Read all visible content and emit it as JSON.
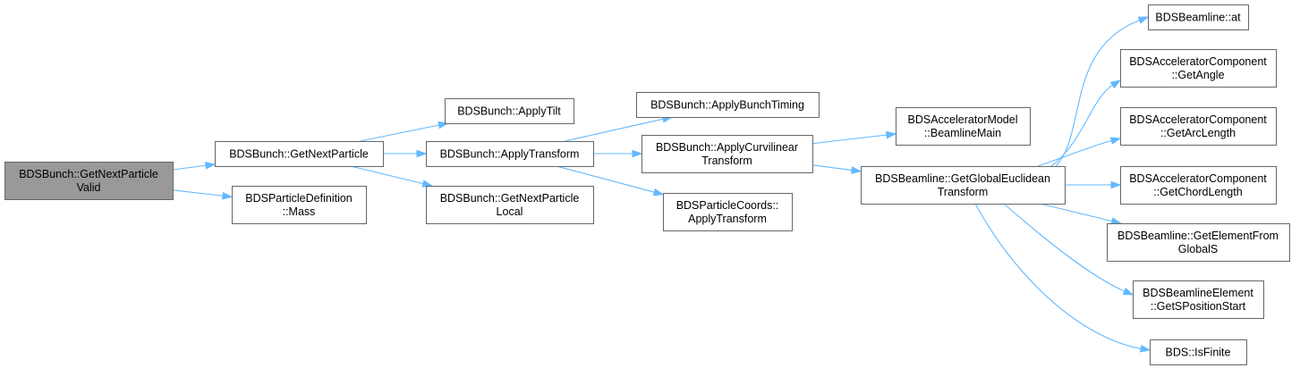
{
  "graph": {
    "nodes": [
      {
        "id": "n0",
        "lines": [
          "BDSBunch::GetNextParticle",
          "Valid"
        ],
        "root": true
      },
      {
        "id": "n1",
        "lines": [
          "BDSBunch::GetNextParticle"
        ]
      },
      {
        "id": "n2",
        "lines": [
          "BDSParticleDefinition",
          "::Mass"
        ]
      },
      {
        "id": "n3",
        "lines": [
          "BDSBunch::ApplyTilt"
        ]
      },
      {
        "id": "n4",
        "lines": [
          "BDSBunch::ApplyTransform"
        ]
      },
      {
        "id": "n5",
        "lines": [
          "BDSBunch::GetNextParticle",
          "Local"
        ]
      },
      {
        "id": "n6",
        "lines": [
          "BDSBunch::ApplyBunchTiming"
        ]
      },
      {
        "id": "n7",
        "lines": [
          "BDSBunch::ApplyCurvilinear",
          "Transform"
        ]
      },
      {
        "id": "n8",
        "lines": [
          "BDSParticleCoords::",
          "ApplyTransform"
        ]
      },
      {
        "id": "n9",
        "lines": [
          "BDSAcceleratorModel",
          "::BeamlineMain"
        ]
      },
      {
        "id": "n10",
        "lines": [
          "BDSBeamline::GetGlobalEuclidean",
          "Transform"
        ]
      },
      {
        "id": "n11",
        "lines": [
          "BDSBeamline::at"
        ]
      },
      {
        "id": "n12",
        "lines": [
          "BDSAcceleratorComponent",
          "::GetAngle"
        ]
      },
      {
        "id": "n13",
        "lines": [
          "BDSAcceleratorComponent",
          "::GetArcLength"
        ]
      },
      {
        "id": "n14",
        "lines": [
          "BDSAcceleratorComponent",
          "::GetChordLength"
        ]
      },
      {
        "id": "n15",
        "lines": [
          "BDSBeamline::GetElementFrom",
          "GlobalS"
        ]
      },
      {
        "id": "n16",
        "lines": [
          "BDSBeamlineElement",
          "::GetSPositionStart"
        ]
      },
      {
        "id": "n17",
        "lines": [
          "BDS::IsFinite"
        ]
      }
    ],
    "edges": [
      {
        "from": "n0",
        "to": "n1"
      },
      {
        "from": "n0",
        "to": "n2"
      },
      {
        "from": "n1",
        "to": "n3"
      },
      {
        "from": "n1",
        "to": "n4"
      },
      {
        "from": "n1",
        "to": "n5"
      },
      {
        "from": "n4",
        "to": "n6"
      },
      {
        "from": "n4",
        "to": "n7"
      },
      {
        "from": "n4",
        "to": "n8"
      },
      {
        "from": "n7",
        "to": "n9"
      },
      {
        "from": "n7",
        "to": "n10"
      },
      {
        "from": "n10",
        "to": "n11"
      },
      {
        "from": "n10",
        "to": "n12"
      },
      {
        "from": "n10",
        "to": "n13"
      },
      {
        "from": "n10",
        "to": "n14"
      },
      {
        "from": "n10",
        "to": "n15"
      },
      {
        "from": "n10",
        "to": "n16"
      },
      {
        "from": "n10",
        "to": "n17"
      }
    ],
    "colors": {
      "edge": "#63b8ff",
      "node_border": "#666666",
      "root_fill": "#999999",
      "node_fill": "#ffffff"
    }
  }
}
